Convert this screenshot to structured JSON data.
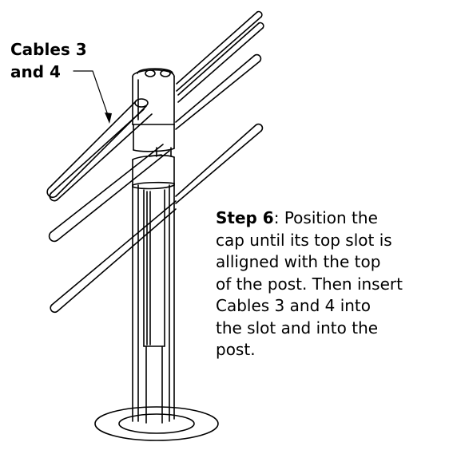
{
  "callout": {
    "line1": "Cables 3",
    "line2": "and 4"
  },
  "step": {
    "label": "Step 6",
    "line1_rest": ": Position the",
    "line2": "cap until its top slot is",
    "line3": "alligned with the top",
    "line4": "of the post. Then insert",
    "line5": "Cables 3 and 4 into",
    "line6": "the slot and into the",
    "line7": "post."
  }
}
